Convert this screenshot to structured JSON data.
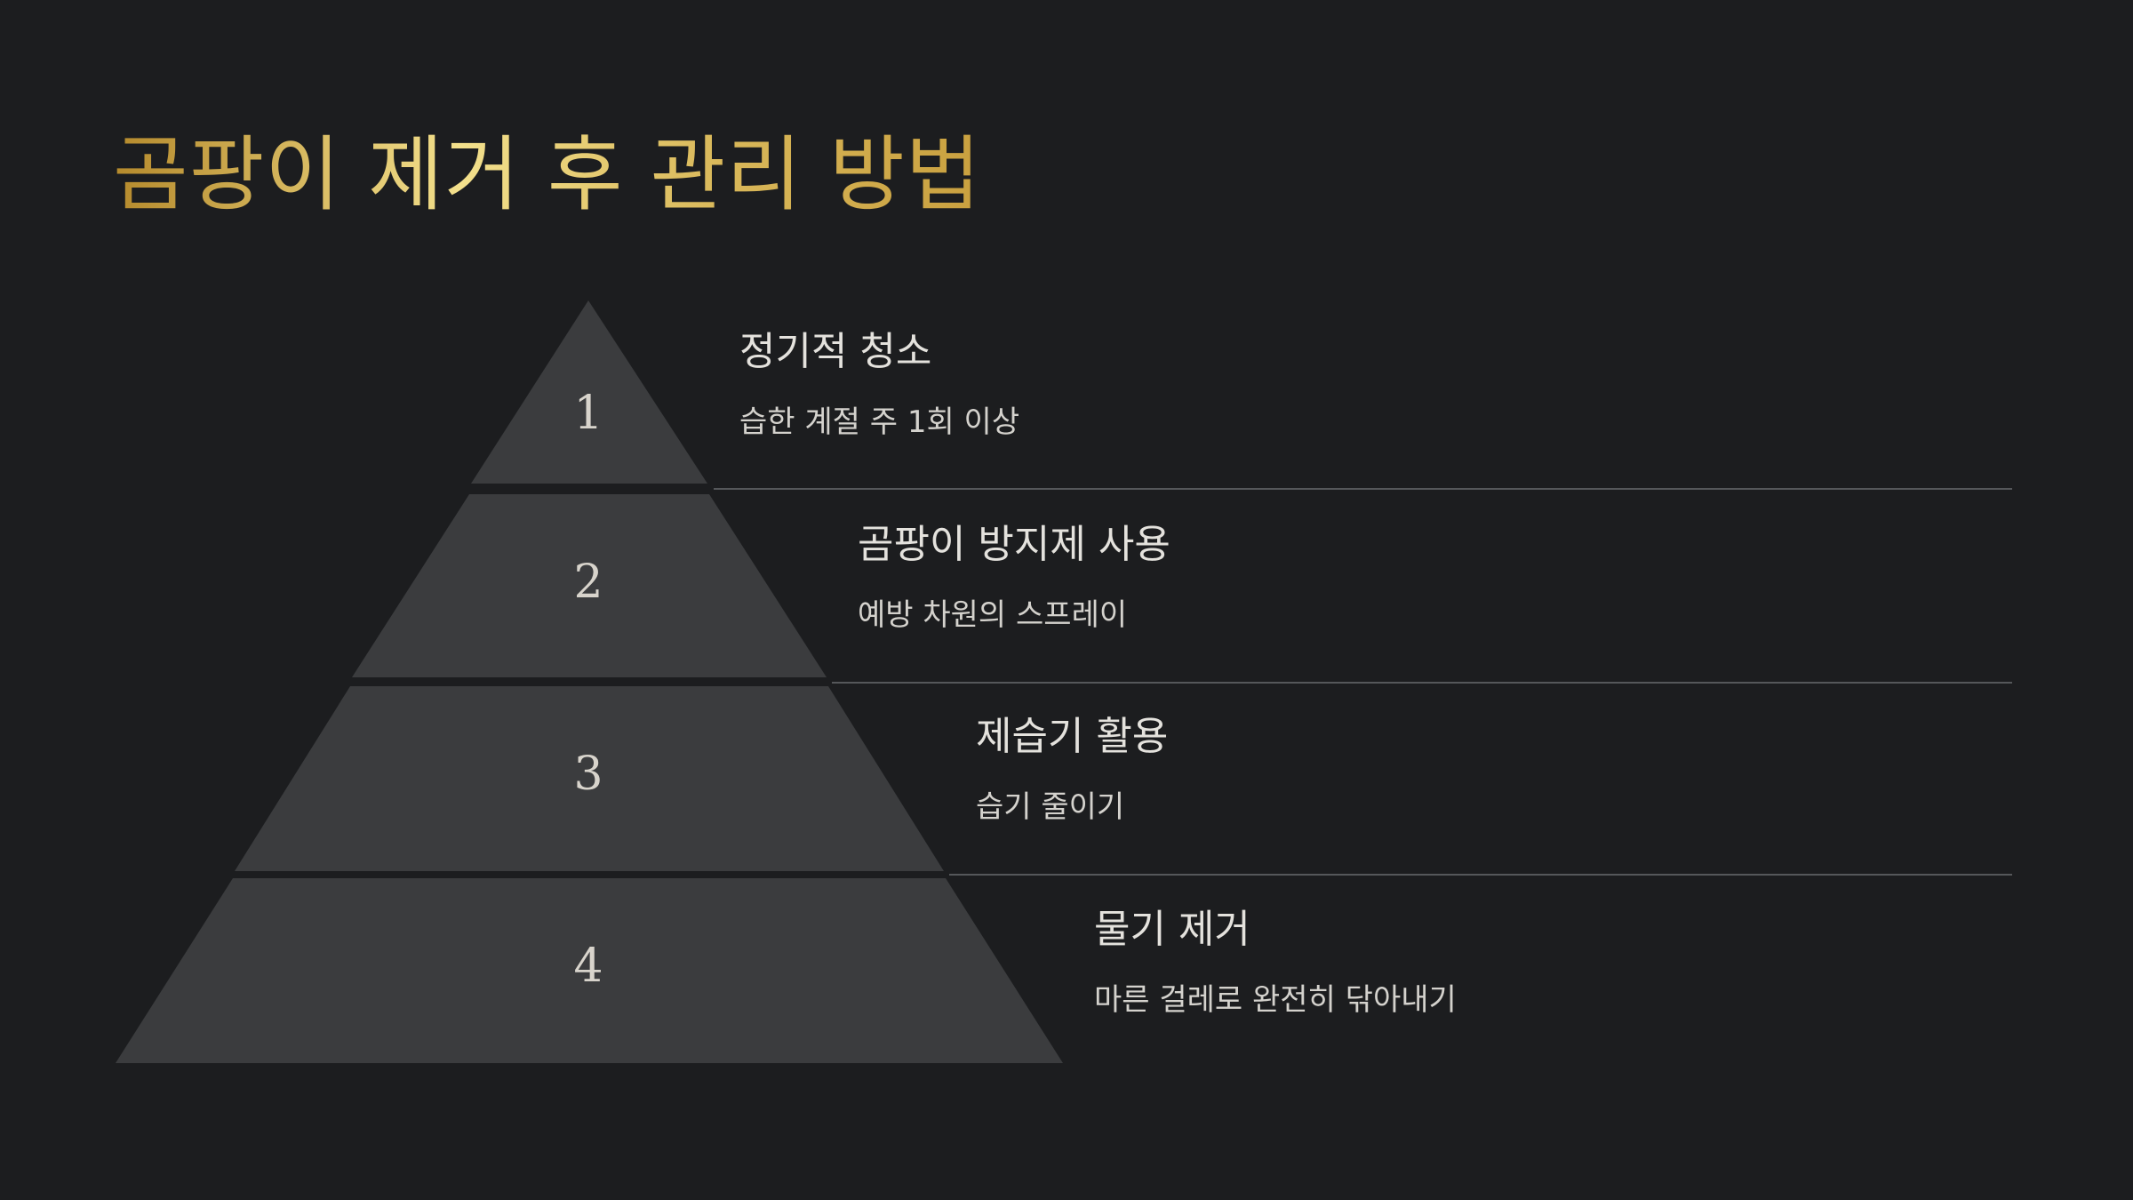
{
  "title": "곰팡이 제거 후 관리 방법",
  "colors": {
    "background": "#1c1d1f",
    "tier_fill": "#3b3c3e",
    "divider": "#55575a",
    "title_gold_start": "#b58a2c",
    "title_gold_mid": "#f3e08c",
    "text": "#e4e2dd"
  },
  "steps": [
    {
      "number": "1",
      "title": "정기적 청소",
      "description": "습한 계절 주 1회 이상"
    },
    {
      "number": "2",
      "title": "곰팡이 방지제 사용",
      "description": "예방 차원의 스프레이"
    },
    {
      "number": "3",
      "title": "제습기 활용",
      "description": "습기 줄이기"
    },
    {
      "number": "4",
      "title": "물기 제거",
      "description": "마른 걸레로 완전히 닦아내기"
    }
  ]
}
